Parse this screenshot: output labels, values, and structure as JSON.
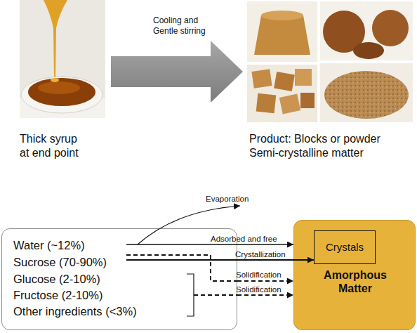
{
  "diagram": {
    "nodes": [
      {
        "text": [
          "Water (~12%)",
          "Sucrose (70-90%)",
          "Glucose (2-10%)",
          "Fructose (2-10%)",
          "Other ingredients (<3%)"
        ]
      },
      {
        "text": [
          "Amorphous Matter"
        ]
      },
      {
        "text": [
          "Crystals"
        ],
        "in": 1
      }
    ],
    "edges": [
      {
        "from": 0,
        "to": 1,
        "arrow": "to",
        "label": "Adsorbed and free"
      },
      {
        "from": 0,
        "to": 2,
        "arrow": "to",
        "label": "Crystallization"
      },
      {
        "from": 0,
        "to": 1,
        "arrow": "to",
        "label": "Solidification"
      },
      {
        "from": 0,
        "to": 1,
        "arrow": "to",
        "label": "Solidification"
      }
    ],
    "labels": [
      "Thick syrup at end point",
      "Cooling and Gentle stirring",
      "Product: Blocks or powder Semi-crystalline matter",
      "Evaporation"
    ]
  }
}
